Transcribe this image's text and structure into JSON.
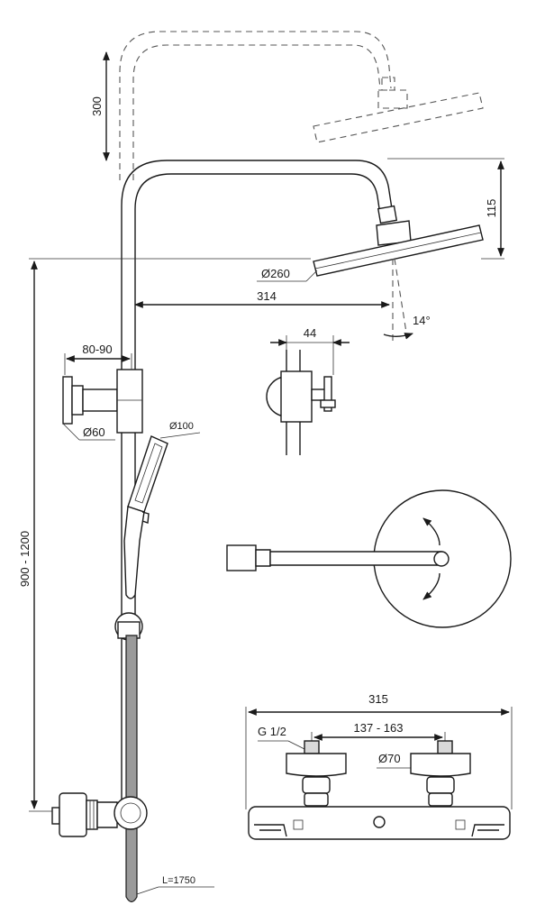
{
  "dimensions": {
    "riser_adjust": "300",
    "head_drop": "115",
    "head_diameter": "Ø260",
    "arm_reach": "314",
    "tilt_angle": "14°",
    "bracket_offset": "80-90",
    "bracket_diameter": "Ø60",
    "handshower_diameter": "Ø100",
    "pipe_offset": "44",
    "rail_height": "900 - 1200",
    "hose_length": "L=1750",
    "mixer_width": "315",
    "inlet_thread": "G 1/2",
    "inlet_centres": "137 - 163",
    "cover_diameter": "Ø70"
  },
  "colors": {
    "line": "#1a1a1a",
    "metal_fill": "#d9d9d9",
    "hose_fill": "#9a9a9a",
    "background": "#ffffff"
  }
}
